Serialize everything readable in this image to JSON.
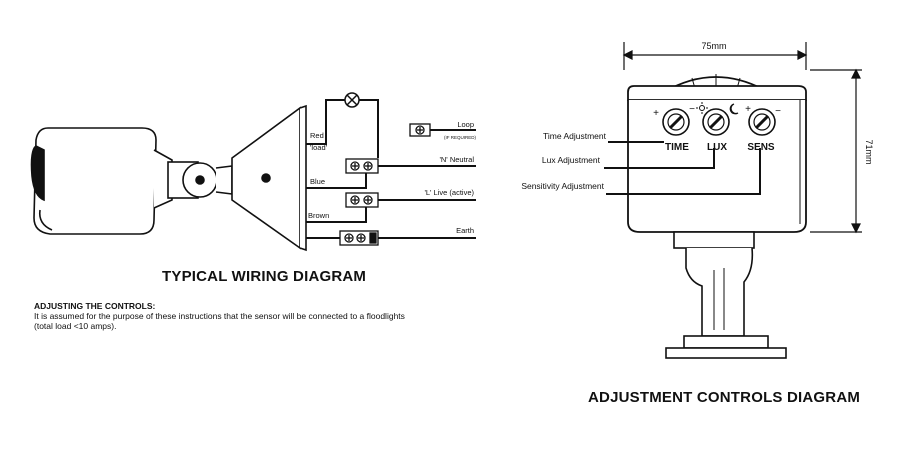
{
  "wiring": {
    "title": "TYPICAL WIRING DIAGRAM",
    "wire_labels": {
      "red": "Red",
      "load": "'load'",
      "blue": "Blue",
      "brown": "Brown"
    },
    "terminal_labels": {
      "loop": "Loop",
      "loop_note": "(IF REQUIRED)",
      "neutral": "'N' Neutral",
      "live": "'L' Live (active)",
      "earth": "Earth"
    }
  },
  "adjusting": {
    "heading": "ADJUSTING THE CONTROLS:",
    "line1": "It is assumed for the purpose of these instructions that the sensor will be connected to a floodlights",
    "line2": "(total load <10 amps)."
  },
  "controls": {
    "title": "ADJUSTMENT CONTROLS DIAGRAM",
    "width_dim": "75mm",
    "height_dim": "71mm",
    "callouts": {
      "time": "Time Adjustment",
      "lux": "Lux Adjustment",
      "sens": "Sensitivity Adjustment"
    },
    "knobs": {
      "time": "TIME",
      "lux": "LUX",
      "sens": "SENS"
    },
    "signs": {
      "plus": "+",
      "minus": "−"
    }
  }
}
